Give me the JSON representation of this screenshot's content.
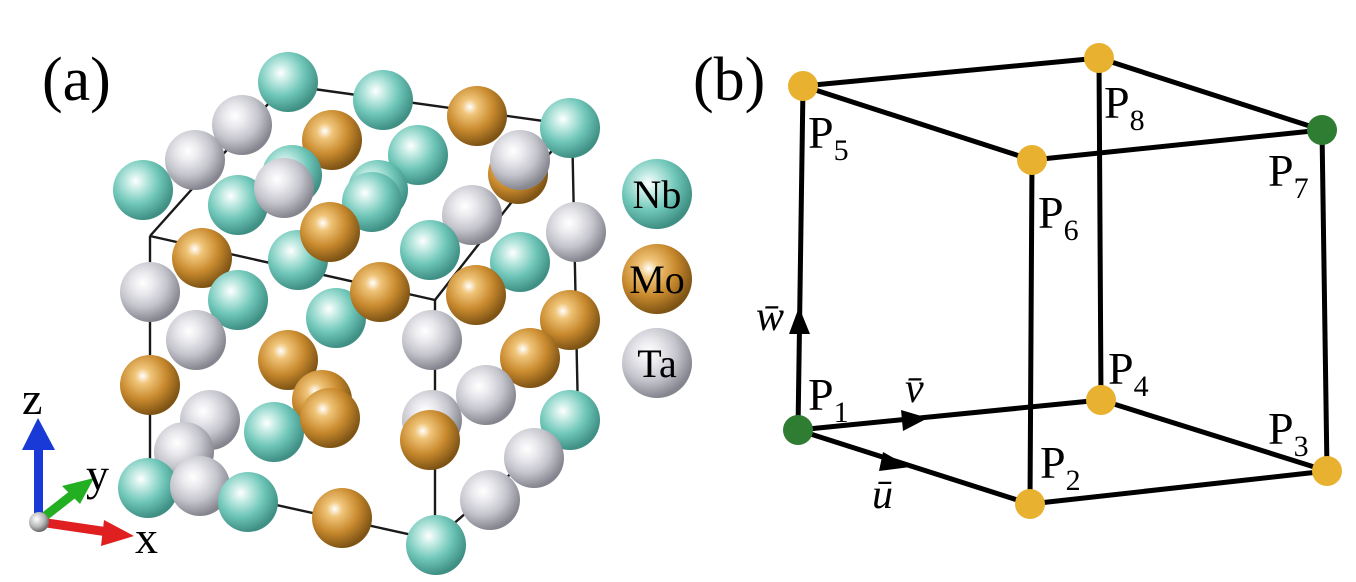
{
  "panel_a": {
    "label": "(a)",
    "legend": [
      {
        "name": "Nb",
        "color": "#6ec6b8"
      },
      {
        "name": "Mo",
        "color": "#c98a2e"
      },
      {
        "name": "Ta",
        "color": "#c4c4cc"
      }
    ],
    "axes": {
      "x": "x",
      "y": "y",
      "z": "z"
    },
    "axis_colors": {
      "x": "#e02020",
      "y": "#22b022",
      "z": "#1a3ad8"
    }
  },
  "panel_b": {
    "label": "(b)",
    "vertex_colors": {
      "yellow": "#e8b130",
      "green": "#2e7d32"
    },
    "vertices": [
      {
        "letter": "P",
        "index": "1",
        "color": "green"
      },
      {
        "letter": "P",
        "index": "2",
        "color": "yellow"
      },
      {
        "letter": "P",
        "index": "3",
        "color": "yellow"
      },
      {
        "letter": "P",
        "index": "4",
        "color": "yellow"
      },
      {
        "letter": "P",
        "index": "5",
        "color": "yellow"
      },
      {
        "letter": "P",
        "index": "6",
        "color": "yellow"
      },
      {
        "letter": "P",
        "index": "7",
        "color": "green"
      },
      {
        "letter": "P",
        "index": "8",
        "color": "yellow"
      }
    ],
    "vectors": {
      "u": "ū",
      "v": "v̄",
      "w": "w̄"
    }
  }
}
